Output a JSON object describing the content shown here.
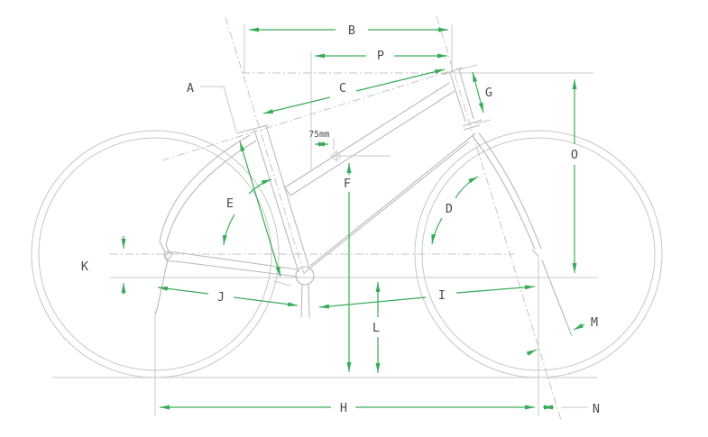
{
  "diagram": {
    "type": "bicycle-frame-geometry",
    "labels": {
      "A": "A",
      "B": "B",
      "C": "C",
      "D": "D",
      "E": "E",
      "F": "F",
      "G": "G",
      "H": "H",
      "I": "I",
      "J": "J",
      "K": "K",
      "L": "L",
      "M": "M",
      "N": "N",
      "O": "O",
      "P": "P"
    },
    "annotations": {
      "standover_offset": "75mm"
    },
    "dimension_semantics": {
      "A": "seat tube length (arrow along seat tube)",
      "B": "top tube horizontal from seat axis to head tube top",
      "C": "top tube actual (sloped) length",
      "D": "head tube angle (arc to wheel axis line)",
      "E": "seat tube angle (arc to wheel axis line)",
      "F": "standover height at point 75mm ahead of seat line",
      "G": "head tube length",
      "H": "wheelbase (ground level)",
      "I": "front center (BB to front axle)",
      "J": "chainstay length (rear axle to BB)",
      "K": "bottom bracket drop",
      "L": "bottom bracket height",
      "M": "fork offset",
      "N": "trail",
      "O": "stack height",
      "P": "reach"
    },
    "colors": {
      "dimension_green": "#3aac58",
      "frame_gray": "#b9b9b9",
      "reference_gray": "#c9c9c9",
      "label_gray": "#4d4d4d",
      "background": "#ffffff"
    }
  }
}
